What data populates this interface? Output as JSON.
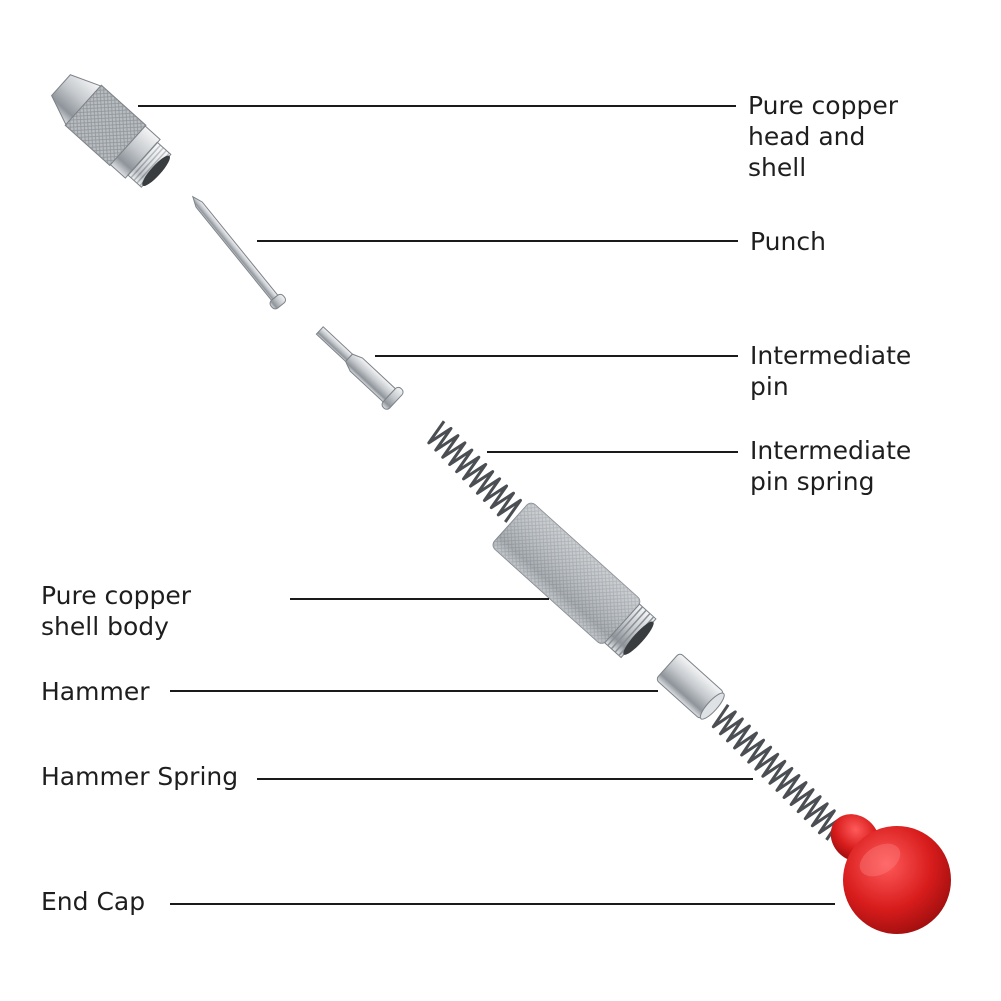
{
  "labels": {
    "head_shell": [
      "Pure copper",
      "head and",
      "shell"
    ],
    "punch": "Punch",
    "intermediate_pin": [
      "Intermediate",
      "pin"
    ],
    "intermediate_pin_spring": [
      "Intermediate",
      "pin spring"
    ],
    "shell_body": [
      "Pure copper",
      "shell body"
    ],
    "hammer": "Hammer",
    "hammer_spring": "Hammer Spring",
    "end_cap": "End Cap"
  },
  "colors": {
    "metal": "#c9cdd1",
    "end_cap": "#d81c1c",
    "line": "#1a1a1a",
    "text": "#1e1e1e"
  }
}
